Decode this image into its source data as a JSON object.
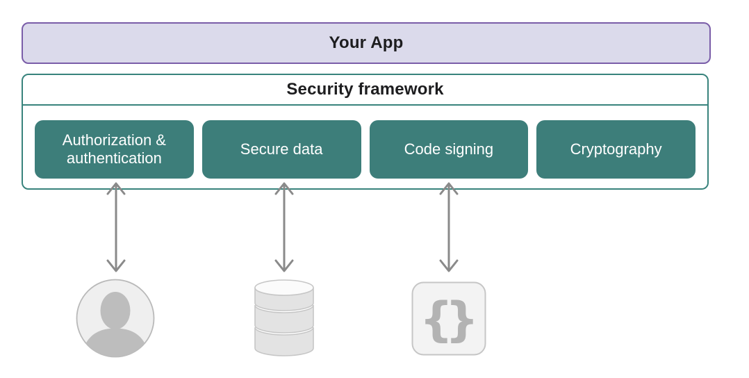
{
  "app_box": {
    "label": "Your App"
  },
  "security_framework": {
    "title": "Security framework",
    "modules": [
      {
        "label": "Authorization & authentication"
      },
      {
        "label": "Secure data"
      },
      {
        "label": "Code signing"
      },
      {
        "label": "Cryptography"
      }
    ]
  },
  "connections": [
    {
      "from": "Authorization & authentication",
      "to_icon": "user-icon",
      "arrow": "double-headed-vertical-arrow"
    },
    {
      "from": "Secure data",
      "to_icon": "database-icon",
      "arrow": "double-headed-vertical-arrow"
    },
    {
      "from": "Code signing",
      "to_icon": "code-braces-icon",
      "arrow": "double-headed-vertical-arrow"
    }
  ],
  "icons": {
    "user": {
      "name": "user-icon"
    },
    "database": {
      "name": "database-icon"
    },
    "code": {
      "name": "code-braces-icon",
      "left_glyph": "{",
      "right_glyph": "}"
    }
  },
  "colors": {
    "app_box_fill": "#DBDAEB",
    "app_box_border": "#7A5DA8",
    "framework_border": "#38837C",
    "module_fill": "#3D7E7A",
    "module_text": "#FFFFFF",
    "title_text": "#1D1D1F",
    "arrow_gray": "#8A8A8A",
    "icon_fill_light": "#EFEFEF",
    "icon_stroke_gray": "#BDBDBD",
    "icon_glyph_gray": "#B3B3B3"
  }
}
